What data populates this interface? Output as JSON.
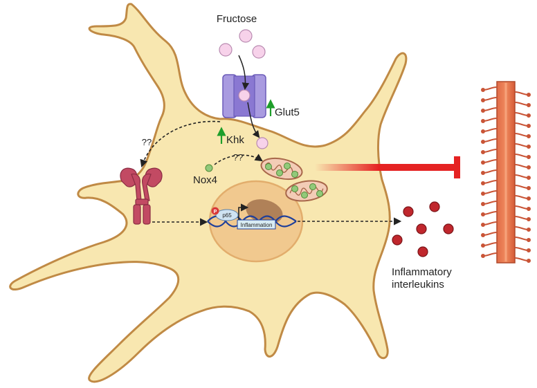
{
  "labels": {
    "fructose": "Fructose",
    "glut5": "Glut5",
    "khk": "Khk",
    "nox4": "Nox4",
    "unknown_1": "??",
    "unknown_2": "??",
    "p65": "p65",
    "phospho": "P",
    "inflammation": "Inflammation",
    "interleukins_line1": "Inflammatory",
    "interleukins_line2": "interleukins"
  },
  "colors": {
    "cell_fill": "#f8e7b0",
    "cell_stroke": "#c08a45",
    "nucleus_fill": "#f1c98f",
    "fructose": "#f7d2ea",
    "glut5": "#a99be0",
    "up_arrow": "#1e9e2a",
    "mito_fill": "#f3ccb6",
    "mito_stroke": "#a8674a",
    "nox4": "#92c97a",
    "receptor": "#c24a63",
    "inhibition": "#e52222",
    "neuron": "#d9623e",
    "interleukin": "#c0272d",
    "dna": "#1f3f9a"
  },
  "icons": [
    "up-arrow-icon",
    "inhibition-bar-icon",
    "transcription-start-arrow-icon"
  ]
}
